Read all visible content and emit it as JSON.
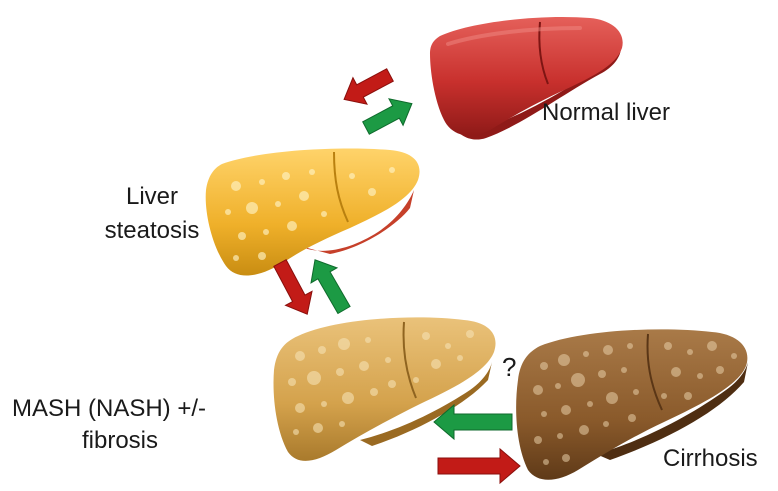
{
  "labels": {
    "normal": "Normal liver",
    "steatosis_line1": "Liver",
    "steatosis_line2": "steatosis",
    "mash_line1": "MASH (NASH)  +/-",
    "mash_line2": "fibrosis",
    "cirrhosis": "Cirrhosis",
    "question": "?"
  },
  "colors": {
    "normal_liver": "#c8302d",
    "steatosis_liver": "#efb02a",
    "mash_liver": "#d4a24c",
    "cirrhosis_liver": "#8a5a2b",
    "progression_arrow": "#c21b17",
    "regression_arrow": "#1c9a44",
    "text": "#1a1a1a"
  },
  "stages": [
    {
      "name": "Normal liver",
      "fat_level": "none"
    },
    {
      "name": "Liver steatosis",
      "fat_level": "moderate"
    },
    {
      "name": "MASH (NASH) +/- fibrosis",
      "fat_level": "heavy"
    },
    {
      "name": "Cirrhosis",
      "fat_level": "heavy, nodular"
    }
  ],
  "transitions": [
    {
      "from": "Normal liver",
      "to": "Liver steatosis",
      "arrow": "progression-red"
    },
    {
      "from": "Liver steatosis",
      "to": "Normal liver",
      "arrow": "regression-green"
    },
    {
      "from": "Liver steatosis",
      "to": "MASH (NASH) +/- fibrosis",
      "arrow": "progression-red"
    },
    {
      "from": "MASH (NASH) +/- fibrosis",
      "to": "Liver steatosis",
      "arrow": "regression-green"
    },
    {
      "from": "MASH (NASH) +/- fibrosis",
      "to": "Cirrhosis",
      "arrow": "progression-red"
    },
    {
      "from": "Cirrhosis",
      "to": "MASH (NASH) +/- fibrosis",
      "arrow": "regression-green"
    }
  ]
}
